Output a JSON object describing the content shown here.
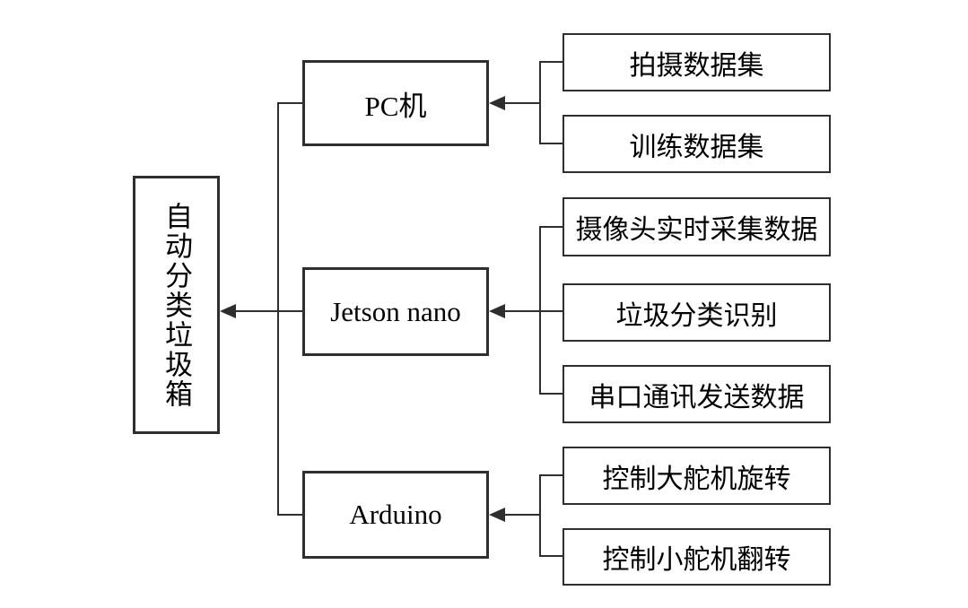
{
  "diagram": {
    "root": {
      "label": "自动分类垃圾箱"
    },
    "branches": [
      {
        "node": {
          "label": "PC机"
        },
        "children": [
          {
            "label": "拍摄数据集"
          },
          {
            "label": "训练数据集"
          }
        ]
      },
      {
        "node": {
          "label": "Jetson nano"
        },
        "children": [
          {
            "label": "摄像头实时采集数据"
          },
          {
            "label": "垃圾分类识别"
          },
          {
            "label": "串口通讯发送数据"
          }
        ]
      },
      {
        "node": {
          "label": "Arduino"
        },
        "children": [
          {
            "label": "控制大舵机旋转"
          },
          {
            "label": "控制小舵机翻转"
          }
        ]
      }
    ],
    "colors": {
      "line": "#2e2e2e",
      "background": "#ffffff",
      "text": "#000000"
    }
  }
}
